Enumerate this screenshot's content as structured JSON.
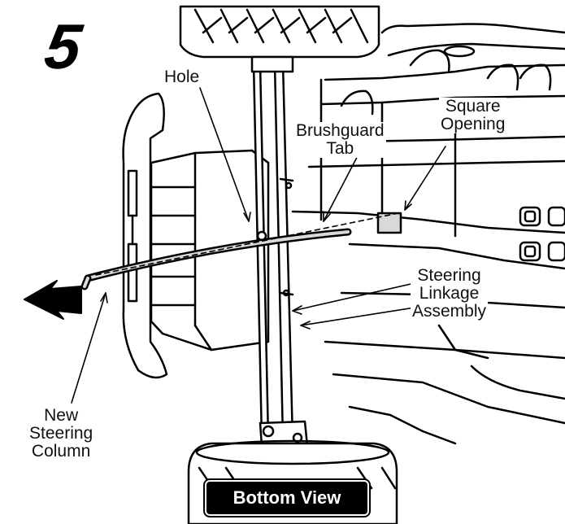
{
  "step_number": "5",
  "labels": {
    "hole": "Hole",
    "brushguard_tab_line1": "Brushguard",
    "brushguard_tab_line2": "Tab",
    "square_opening_line1": "Square",
    "square_opening_line2": "Opening",
    "steering_linkage_line1": "Steering",
    "steering_linkage_line2": "Linkage",
    "steering_linkage_line3": "Assembly",
    "new_steering_column_line1": "New",
    "new_steering_column_line2": "Steering",
    "new_steering_column_line3": "Column"
  },
  "view_badge": "Bottom View",
  "colors": {
    "ink": "#000000",
    "paper": "#ffffff",
    "fill_gray": "#d9d9d9"
  }
}
